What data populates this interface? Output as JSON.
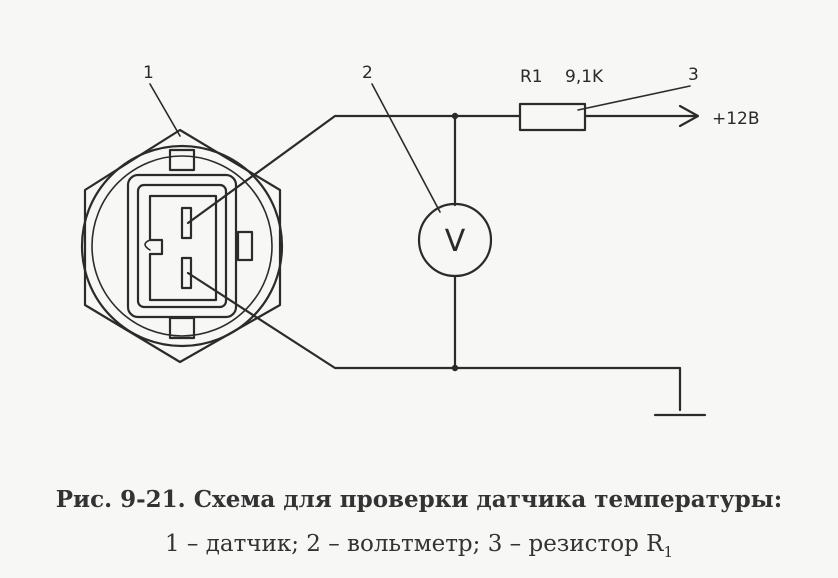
{
  "diagram": {
    "callouts": [
      "1",
      "2",
      "3"
    ],
    "resistor_label": "R1",
    "resistor_value": "9,1K",
    "supply_label": "+12В",
    "voltmeter_symbol": "V"
  },
  "caption": {
    "line1": "Рис. 9-21. Схема для проверки датчика температуры:",
    "line2_main": "1 – датчик; 2 – вольтметр; 3 – резистор R",
    "line2_sub": "1"
  }
}
